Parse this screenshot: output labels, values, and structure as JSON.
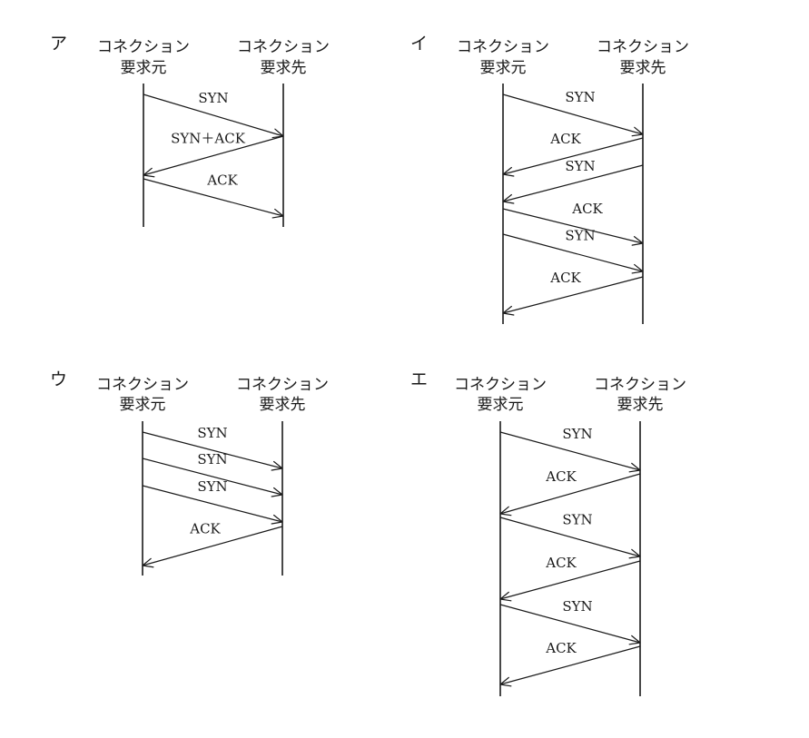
{
  "diagrams": [
    {
      "option": "ア",
      "initiator": [
        "コネクション",
        "要求元"
      ],
      "responder": [
        "コネクション",
        "要求先"
      ],
      "messages": [
        {
          "label": "SYN",
          "dir": "right"
        },
        {
          "label": "SYN＋ACK",
          "dir": "left"
        },
        {
          "label": "ACK",
          "dir": "right"
        }
      ]
    },
    {
      "option": "イ",
      "initiator": [
        "コネクション",
        "要求元"
      ],
      "responder": [
        "コネクション",
        "要求先"
      ],
      "messages": [
        {
          "label": "SYN",
          "dir": "right"
        },
        {
          "label": "ACK",
          "dir": "left"
        },
        {
          "label": "SYN",
          "dir": "left"
        },
        {
          "label": "ACK",
          "dir": "right"
        },
        {
          "label": "SYN",
          "dir": "right"
        },
        {
          "label": "ACK",
          "dir": "left"
        }
      ]
    },
    {
      "option": "ウ",
      "initiator": [
        "コネクション",
        "要求元"
      ],
      "responder": [
        "コネクション",
        "要求先"
      ],
      "messages": [
        {
          "label": "SYN",
          "dir": "right"
        },
        {
          "label": "SYN",
          "dir": "right"
        },
        {
          "label": "SYN",
          "dir": "right"
        },
        {
          "label": "ACK",
          "dir": "left"
        }
      ]
    },
    {
      "option": "エ",
      "initiator": [
        "コネクション",
        "要求元"
      ],
      "responder": [
        "コネクション",
        "要求先"
      ],
      "messages": [
        {
          "label": "SYN",
          "dir": "right"
        },
        {
          "label": "ACK",
          "dir": "left"
        },
        {
          "label": "SYN",
          "dir": "right"
        },
        {
          "label": "ACK",
          "dir": "left"
        },
        {
          "label": "SYN",
          "dir": "right"
        },
        {
          "label": "ACK",
          "dir": "left"
        }
      ]
    }
  ]
}
